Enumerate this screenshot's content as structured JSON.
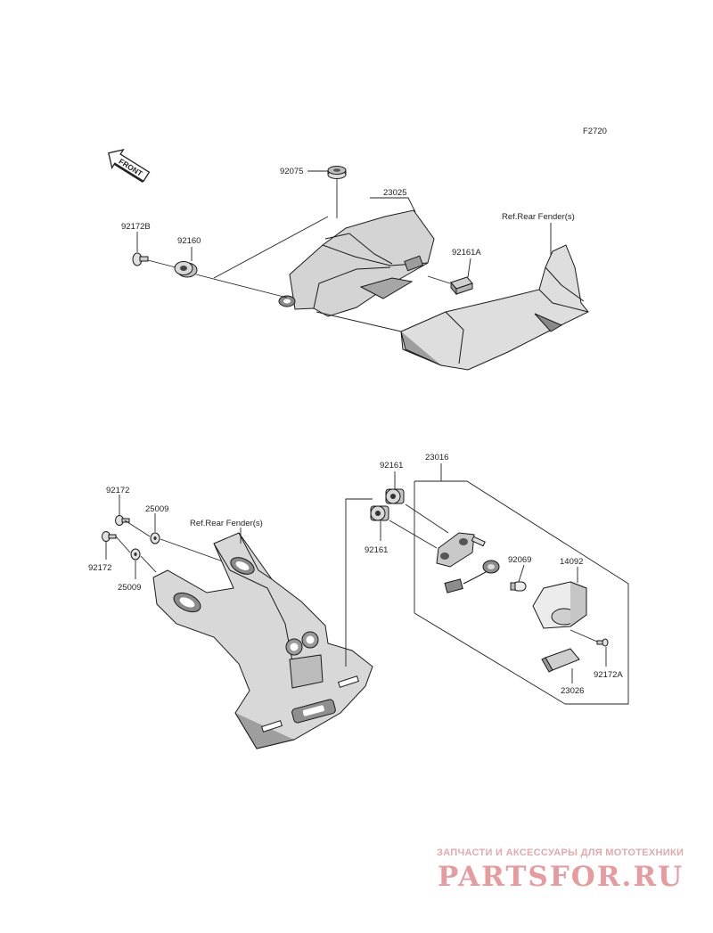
{
  "figure_code": "F2720",
  "front_label": "FRONT",
  "labels": {
    "p92075": "92075",
    "p23025": "23025",
    "p92172B": "92172B",
    "p92160": "92160",
    "p92161A": "92161A",
    "ref_top": "Ref.Rear Fender(s)",
    "p92161_a": "92161",
    "p23016": "23016",
    "p92172_a": "92172",
    "p25009_a": "25009",
    "ref_bottom": "Ref.Rear Fender(s)",
    "p92172_b": "92172",
    "p25009_b": "25009",
    "p92161_b": "92161",
    "p92069": "92069",
    "p14092": "14092",
    "p92172A": "92172A",
    "p23026": "23026"
  },
  "watermark": {
    "tagline": "ЗАПЧАСТИ И АКСЕССУАРЫ ДЛЯ МОТОТЕХНИКИ",
    "brand": "PARTSFOR.RU"
  },
  "colors": {
    "ink": "#222222",
    "part_fill": "#d9d9d9",
    "part_dark": "#a8a8a8",
    "watermark": "#e07a80"
  }
}
